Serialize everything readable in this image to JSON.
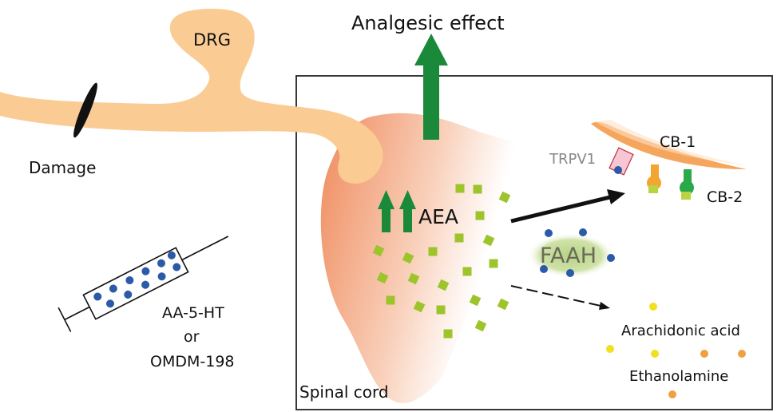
{
  "title": "Analgesic effect",
  "labels": {
    "drg": "DRG",
    "damage": "Damage",
    "aea": "AEA",
    "trpv1": "TRPV1",
    "cb1": "CB-1",
    "cb2": "CB-2",
    "faah": "FAAH",
    "arachidonic_acid": "Arachidonic acid",
    "ethanolamine": "Ethanolamine",
    "spinal_cord": "Spinal cord",
    "drug_1": "AA-5-HT",
    "drug_or": "or",
    "drug_2": "OMDM-198"
  },
  "colors": {
    "nerve": "#fbcb94",
    "spinal_cord": "#ef8a5c",
    "arrow_green": "#1a8a3a",
    "aea_molecule": "#9dc42a",
    "blue_dot": "#2a5aa8",
    "cb1_receptor": "#f3a531",
    "cb2_receptor": "#2aa84a",
    "trpv1": "#f6c6d4",
    "faah_halo": "#b9d58a",
    "arachidonic": "#f0e020",
    "ethanolamine": "#f0a040"
  }
}
